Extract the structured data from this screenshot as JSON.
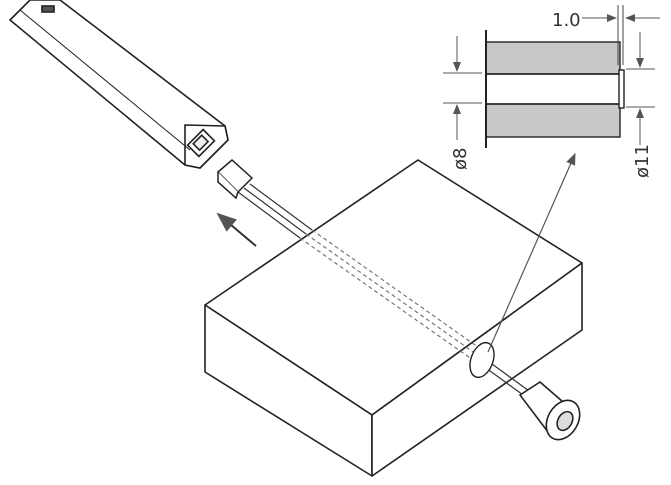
{
  "detail": {
    "thickness_label": "1.0",
    "inner_diameter_label": "ø8",
    "outer_diameter_label": "ø11"
  },
  "colors": {
    "line": "#222222",
    "fill_gray": "#c8c8c8",
    "dashed": "#777777"
  }
}
